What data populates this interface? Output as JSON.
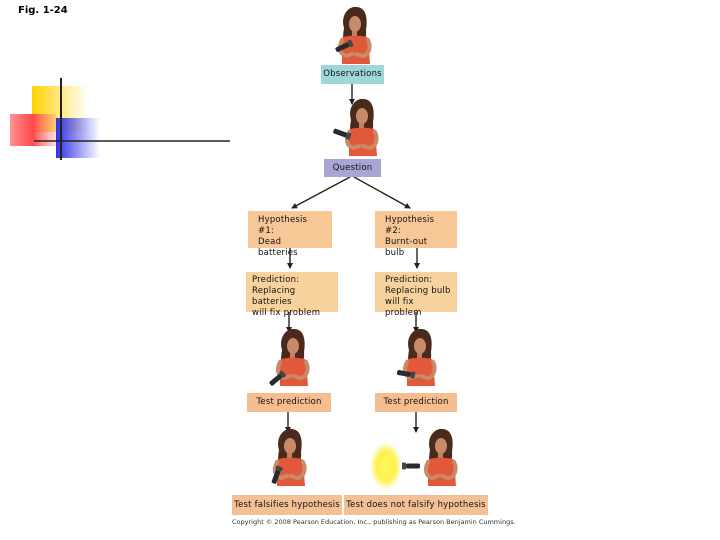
{
  "figure_label": "Fig. 1-24",
  "observations_label": "Observations",
  "question_label": "Question",
  "hypothesis_1": {
    "line1": "Hypothesis #1:",
    "line2": "Dead batteries"
  },
  "hypothesis_2": {
    "line1": "Hypothesis #2:",
    "line2": "Burnt-out bulb"
  },
  "prediction_1": {
    "line1": "Prediction:",
    "line2": "Replacing batteries",
    "line3": "will fix problem"
  },
  "prediction_2": {
    "line1": "Prediction:",
    "line2": "Replacing bulb",
    "line3": "will fix problem"
  },
  "test_1": "Test prediction",
  "test_2": "Test prediction",
  "result_1": "Test falsifies hypothesis",
  "result_2": "Test does not falsify hypothesis",
  "copyright": "Copyright © 2008 Pearson Education, Inc., publishing as Pearson Benjamin Cummings.",
  "colors": {
    "observations": "#9fd6d8",
    "question": "#a9a6d4",
    "hypothesis": "#f8c796",
    "prediction": "#f8d29c",
    "test": "#f6be90",
    "deco_yellow": "#ffd200",
    "deco_red": "#ff4a4a",
    "deco_blue": "#3030e8"
  }
}
